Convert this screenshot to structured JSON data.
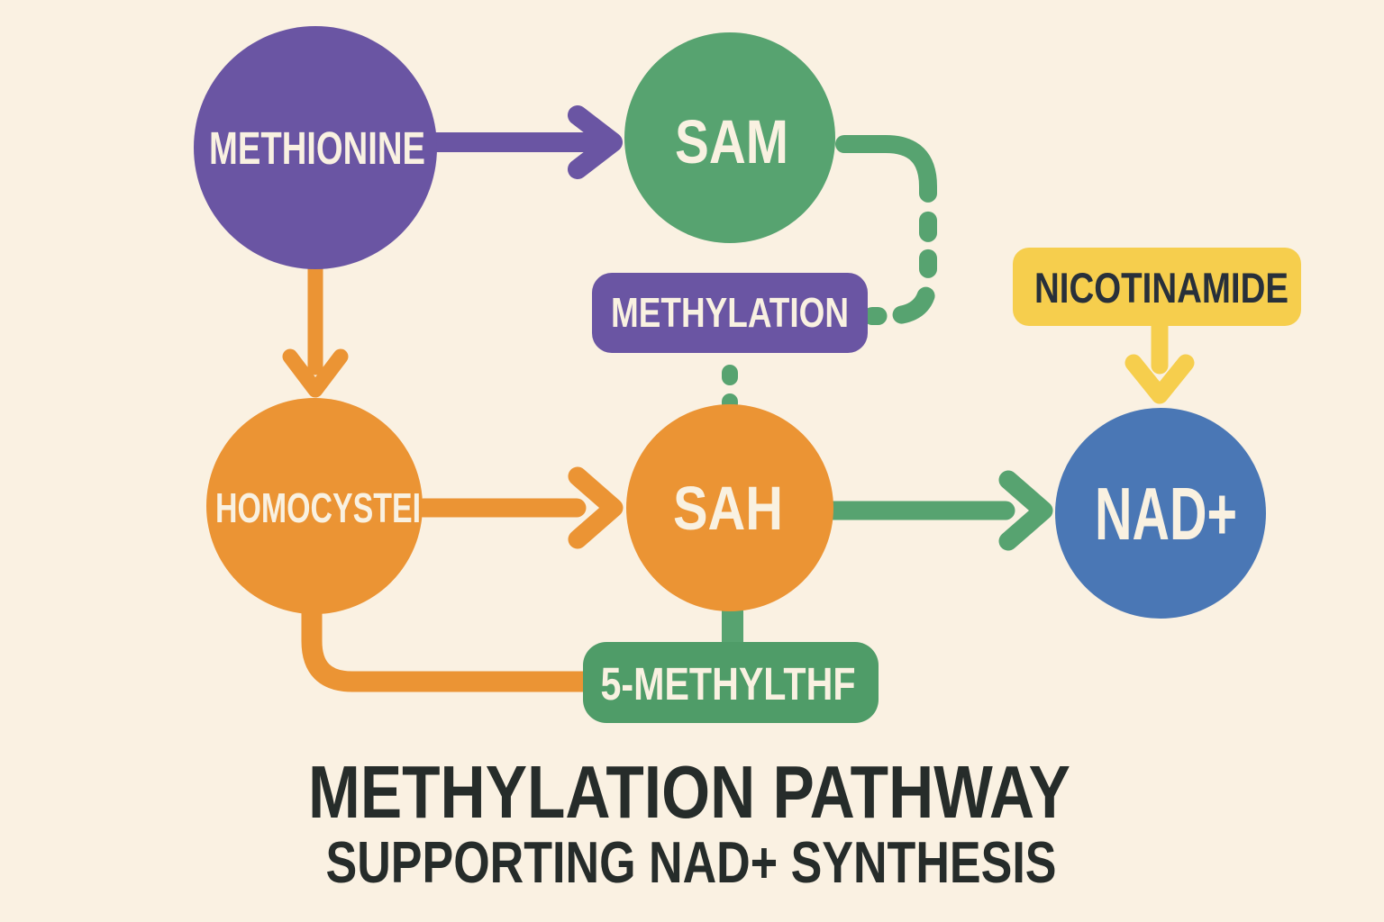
{
  "palette": {
    "cream": "#faf1e2",
    "purple": "#6a55a3",
    "green": "#57a370",
    "green_dark": "#4f9c68",
    "orange": "#eb9434",
    "yellow": "#f6ce4d",
    "blue": "#4a77b5",
    "text_light": "#f9f1e1",
    "text_dark": "#262c2a",
    "text_navy": "#28303a"
  },
  "title": {
    "line1": "METHYLATION PATHWAY",
    "line2": "SUPPORTING NAD+ SYNTHESIS"
  },
  "nodes": {
    "methionine": {
      "label": "METHIONINE",
      "shape": "circle",
      "color": "purple"
    },
    "sam": {
      "label": "SAM",
      "shape": "circle",
      "color": "green"
    },
    "homocysteine": {
      "label": "HOMOCYSTEI",
      "shape": "circle",
      "color": "orange"
    },
    "sah": {
      "label": "SAH",
      "shape": "circle",
      "color": "orange"
    },
    "nad": {
      "label": "NAD+",
      "shape": "circle",
      "color": "blue"
    },
    "methylation": {
      "label": "METHYLATION",
      "shape": "rounded-rect",
      "color": "purple"
    },
    "nicotinamide": {
      "label": "NICOTINAMIDE",
      "shape": "rounded-rect",
      "color": "yellow"
    },
    "methylthf": {
      "label": "5-METHYLTHF",
      "shape": "rounded-rect",
      "color": "green_dark"
    }
  },
  "edges": [
    {
      "from": "methionine",
      "to": "sam",
      "color": "purple",
      "style": "solid",
      "arrowhead": true
    },
    {
      "from": "methionine",
      "to": "homocysteine",
      "color": "orange",
      "style": "solid",
      "arrowhead": true
    },
    {
      "from": "sam",
      "to": "methylation",
      "color": "green",
      "style": "dashed",
      "arrowhead": false
    },
    {
      "from": "methylation",
      "to": "sah",
      "color": "green",
      "style": "dashed",
      "arrowhead": false
    },
    {
      "from": "homocysteine",
      "to": "sah",
      "color": "orange",
      "style": "solid",
      "arrowhead": true
    },
    {
      "from": "sah",
      "to": "nad",
      "color": "green",
      "style": "solid",
      "arrowhead": true
    },
    {
      "from": "nicotinamide",
      "to": "nad",
      "color": "yellow",
      "style": "solid",
      "arrowhead": true
    },
    {
      "from": "homocysteine",
      "to": "methylthf",
      "color": "orange",
      "style": "solid",
      "arrowhead": false
    },
    {
      "from": "sah",
      "to": "methylthf",
      "color": "green",
      "style": "solid",
      "arrowhead": false
    }
  ]
}
